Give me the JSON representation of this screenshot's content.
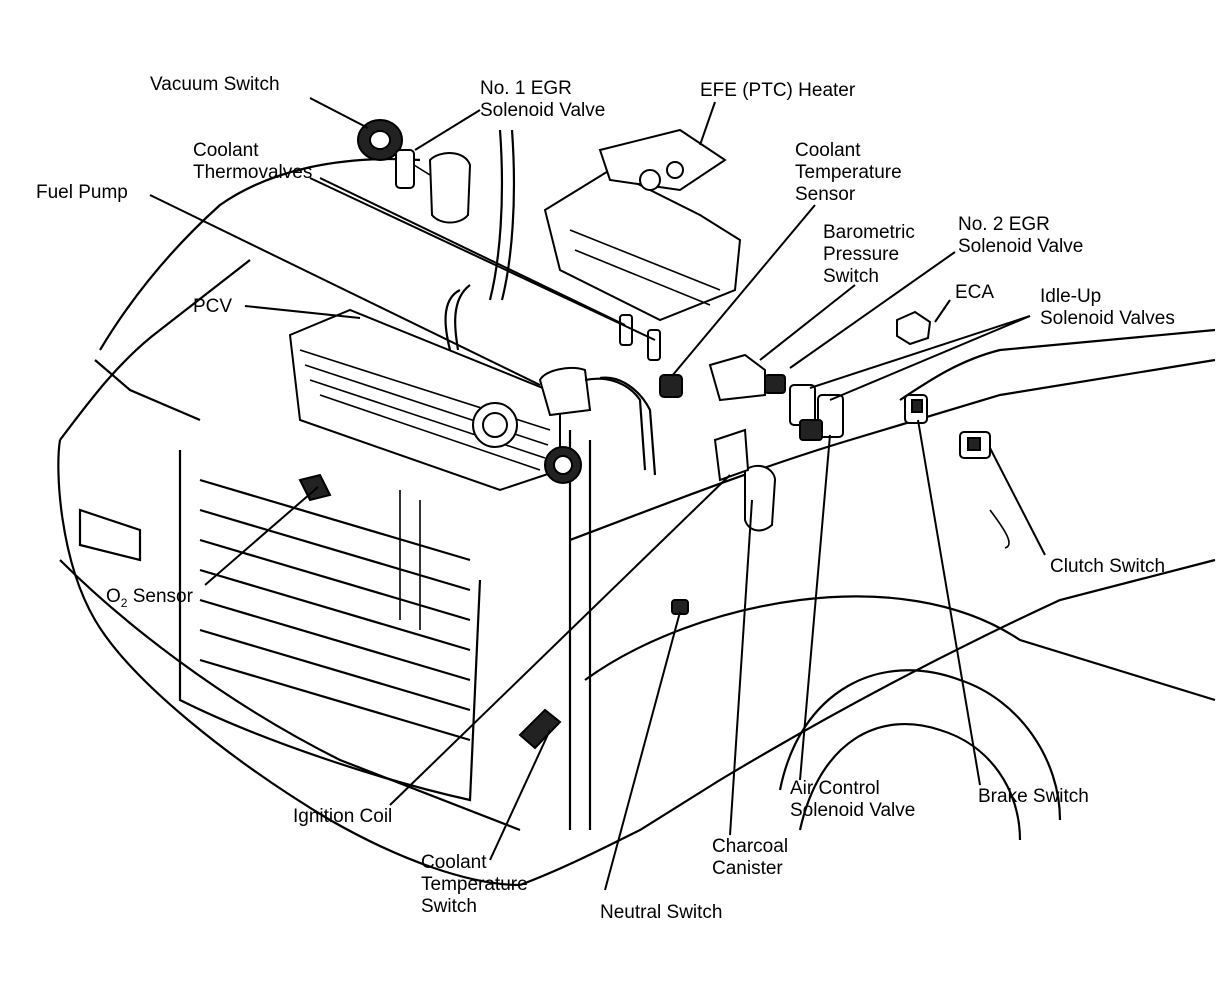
{
  "labels": {
    "vacuum_switch": [
      "Vacuum Switch"
    ],
    "egr1": [
      "No. 1 EGR",
      "Solenoid Valve"
    ],
    "efe": [
      "EFE (PTC) Heater"
    ],
    "coolant_thermovalves": [
      "Coolant",
      "Thermovalves"
    ],
    "fuel_pump": [
      "Fuel Pump"
    ],
    "coolant_temp_sensor": [
      "Coolant",
      "Temperature",
      "Sensor"
    ],
    "baro": [
      "Barometric",
      "Pressure",
      "Switch"
    ],
    "egr2": [
      "No. 2 EGR",
      "Solenoid Valve"
    ],
    "eca": [
      "ECA"
    ],
    "idle_up": [
      "Idle-Up",
      "Solenoid Valves"
    ],
    "pcv": [
      "PCV"
    ],
    "o2_main": "O",
    "o2_sub": "2",
    "o2_rest": " Sensor",
    "clutch": [
      "Clutch Switch"
    ],
    "ignition_coil": [
      "Ignition Coil"
    ],
    "coolant_temp_switch": [
      "Coolant",
      "Temperature",
      "Switch"
    ],
    "neutral": [
      "Neutral Switch"
    ],
    "canister": [
      "Charcoal",
      "Canister"
    ],
    "air_control": [
      "Air Control",
      "Solenoid Valve"
    ],
    "brake": [
      "Brake Switch"
    ]
  }
}
